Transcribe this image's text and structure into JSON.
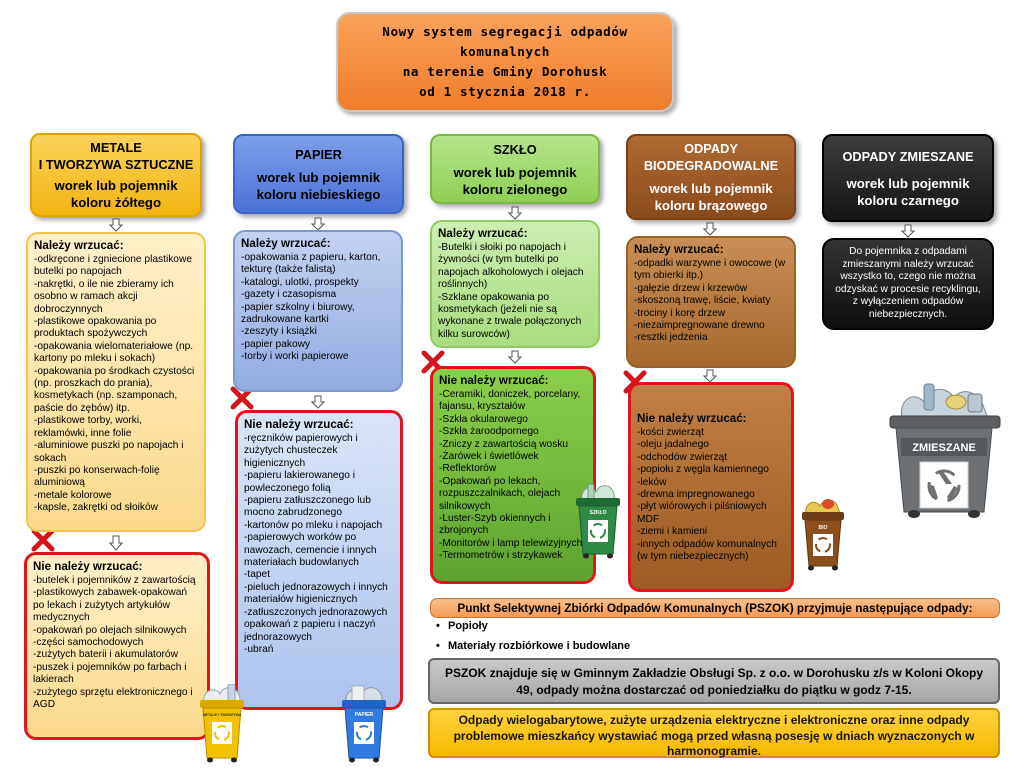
{
  "title": {
    "lines": [
      "Nowy system segregacji odpadów",
      "komunalnych",
      "na terenie Gminy Dorohusk",
      "od 1 stycznia 2018 r."
    ]
  },
  "categories": {
    "metale": {
      "name_lines": [
        "METALE",
        "I TWORZYWA SZTUCZNE"
      ],
      "sub_lines": [
        "worek lub pojemnik",
        "koloru żółtego"
      ],
      "color": "#f2b410",
      "allowed_head": "Należy wrzucać:",
      "allowed": [
        "-odkręcone i zgniecione plastikowe butelki po napojach",
        "-nakrętki, o ile nie zbieramy ich osobno w ramach akcji dobroczynnych",
        "-plastikowe opakowania po produktach spożywczych",
        "-opakowania wielomateriałowe (np. kartony po mleku i sokach)",
        "-opakowania po środkach czystości (np. proszkach do prania), kosmetykach (np. szamponach, paście do zębów) itp.",
        "-plastikowe torby, worki, reklamówki, inne folie",
        "-aluminiowe puszki po napojach i sokach",
        "-puszki po konserwach-folię aluminiową",
        "-metale kolorowe",
        "-kapsle, zakrętki od słoików"
      ],
      "forbidden_head": "Nie należy wrzucać:",
      "forbidden": [
        "-butelek i pojemników z zawartością",
        "-plastikowych zabawek-opakowań po lekach i zużytych artykułów medycznych",
        "-opakowań po olejach silnikowych",
        "-części samochodowych",
        "-zużytych baterii i akumulatorów",
        "-puszek i pojemników po farbach i lakierach",
        "-zużytego sprzętu elektronicznego i AGD"
      ],
      "bin_label": "METALE I TWORZYWA"
    },
    "papier": {
      "name_lines": [
        "PAPIER"
      ],
      "sub_lines": [
        "worek lub pojemnik",
        "koloru niebieskiego"
      ],
      "color": "#4a72d6",
      "allowed_head": "Należy wrzucać:",
      "allowed": [
        "-opakowania z papieru, karton, tekturę (także falistą)",
        "-katalogi, ulotki, prospekty",
        "-gazety i czasopisma",
        "-papier szkolny i biurowy, zadrukowane kartki",
        "-zeszyty i książki",
        "-papier pakowy",
        "-torby i worki papierowe"
      ],
      "forbidden_head": "Nie należy wrzucać:",
      "forbidden": [
        "-ręczników papierowych i zużytych chusteczek higienicznych",
        "-papieru lakierowanego i powleczonego folią",
        "-papieru zatłuszczonego lub mocno zabrudzonego",
        "-kartonów po mleku i napojach",
        "-papierowych worków po nawozach, cemencie i innych materiałach budowlanych",
        "-tapet",
        "-pieluch jednorazowych i innych materiałów higienicznych",
        "-zatłuszczonych jednorazowych opakowań z papieru i naczyń jednorazowych",
        "-ubrań"
      ],
      "bin_label": "PAPIER"
    },
    "szklo": {
      "name_lines": [
        "SZKŁO"
      ],
      "sub_lines": [
        "worek lub pojemnik",
        "koloru zielonego"
      ],
      "color": "#8fce55",
      "allowed_head": "Należy wrzucać:",
      "allowed": [
        "-Butelki i słoiki po napojach i żywności (w tym butelki po napojach alkoholowych i olejach roślinnych)",
        "-Szklane opakowania po kosmetykach (jeżeli nie są wykonane z trwale połączonych kilku surowców)"
      ],
      "forbidden_head": "Nie należy wrzucać:",
      "forbidden": [
        "-Ceramiki, doniczek, porcelany, fajansu, kryształów",
        "-Szkła okularowego",
        "-Szkła żaroodpornego",
        "-Zniczy z zawartością wosku",
        "-Żarówek i świetlówek",
        "-Reflektorów",
        "-Opakowań po lekach, rozpuszczalnikach, olejach silnikowych",
        "-Luster-Szyb okiennych i zbrojonych",
        "-Monitorów i lamp telewizyjnych",
        "-Termometrów i strzykawek"
      ],
      "bin_label": "SZKŁO"
    },
    "bio": {
      "name_lines": [
        "ODPADY",
        "BIODEGRADOWALNE"
      ],
      "sub_lines": [
        "worek lub pojemnik",
        "koloru brązowego"
      ],
      "color": "#8b4a1b",
      "allowed_head": "Należy wrzucać:",
      "allowed": [
        "-odpadki warzywne i owocowe (w tym obierki itp.)",
        "-gałęzie drzew i krzewów",
        "-skoszoną trawę, liście, kwiaty",
        "-trociny i korę drzew",
        "-niezaimpregnowane drewno",
        "-resztki jedzenia"
      ],
      "forbidden_head": "Nie należy wrzucać:",
      "forbidden": [
        "-kości zwierząt",
        "-oleju jadalnego",
        "-odchodów zwierząt",
        "-popiołu z węgla kamiennego",
        "-leków",
        "-drewna impregnowanego",
        "-płyt wiórowych i pilśniowych MDF",
        "-ziemi i kamieni",
        "-innych odpadów komunalnych (w tym niebezpiecznych)"
      ],
      "bin_label": "BIO"
    },
    "zmieszane": {
      "name_lines": [
        "ODPADY ZMIESZANE"
      ],
      "sub_lines": [
        "worek lub pojemnik",
        "koloru czarnego"
      ],
      "color": "#151515",
      "text": "Do pojemnika z odpadami zmieszanymi należy wrzucać wszystko to, czego nie można odzyskać w procesie recyklingu, z wyłączeniem odpadów niebezpiecznych.",
      "bin_label": "ZMIESZANE"
    }
  },
  "pszok": {
    "header": "Punkt Selektywnej Zbiórki Odpadów Komunalnych (PSZOK) przyjmuje następujące odpady:",
    "items": [
      "Popioły",
      "Materiały rozbiórkowe i budowlane"
    ],
    "info": "PSZOK znajduje się w Gminnym Zakładzie Obsługi Sp. z o.o. w Dorohusku z/s w Koloni Okopy 49, odpady można dostarczać od poniedziałku do piątku w godz 7-15.",
    "bottom": "Odpady wielogabarytowe, zużyte urządzenia elektryczne i elektroniczne oraz inne odpady problemowe mieszkańcy wystawiać mogą przed własną posesję w dniach wyznaczonych w harmonogramie."
  },
  "icons": {
    "arrow": "down-arrow-icon",
    "forbidden": "red-x-icon",
    "bin": "recycling-bin-icon",
    "recycle": "recycle-symbol-icon"
  },
  "colors": {
    "forbidden_frame": "#e2141b",
    "title_bg": "#ef7d2c",
    "pszok_bar": "#f49a54",
    "bottom_bar": "#f5b800"
  }
}
